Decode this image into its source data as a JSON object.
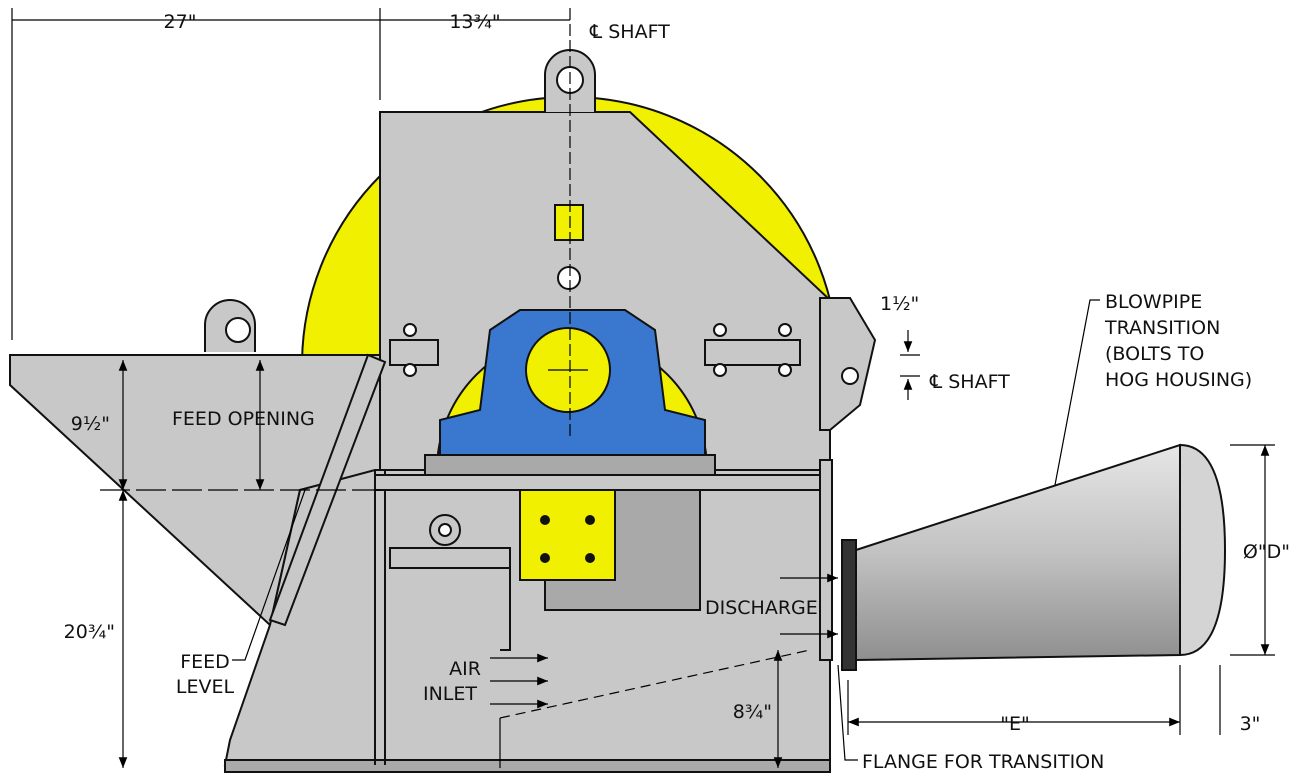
{
  "dimensions": {
    "overall_width": "27\"",
    "shaft_offset": "13¾\"",
    "shaft_gap": "1½\"",
    "feed_opening": "9½\"",
    "base_to_feed": "20¾\"",
    "discharge_height": "8¾\"",
    "transition_length": "\"E\"",
    "flange_width": "3\"",
    "outlet_diameter": "Ø\"D\""
  },
  "labels": {
    "shaft_top": "℄ SHAFT",
    "shaft_side": "℄ SHAFT",
    "feed_opening": "FEED OPENING",
    "feed_level_1": "FEED",
    "feed_level_2": "LEVEL",
    "air_inlet_1": "AIR",
    "air_inlet_2": "INLET",
    "discharge": "DISCHARGE",
    "blowpipe_1": "BLOWPIPE",
    "blowpipe_2": "TRANSITION",
    "blowpipe_3": "(BOLTS TO",
    "blowpipe_4": "HOG HOUSING)",
    "flange": "FLANGE FOR TRANSITION"
  },
  "colors": {
    "housing": "#c8c8c8",
    "rotor": "#f0f000",
    "bearing": "#3a78cf"
  }
}
